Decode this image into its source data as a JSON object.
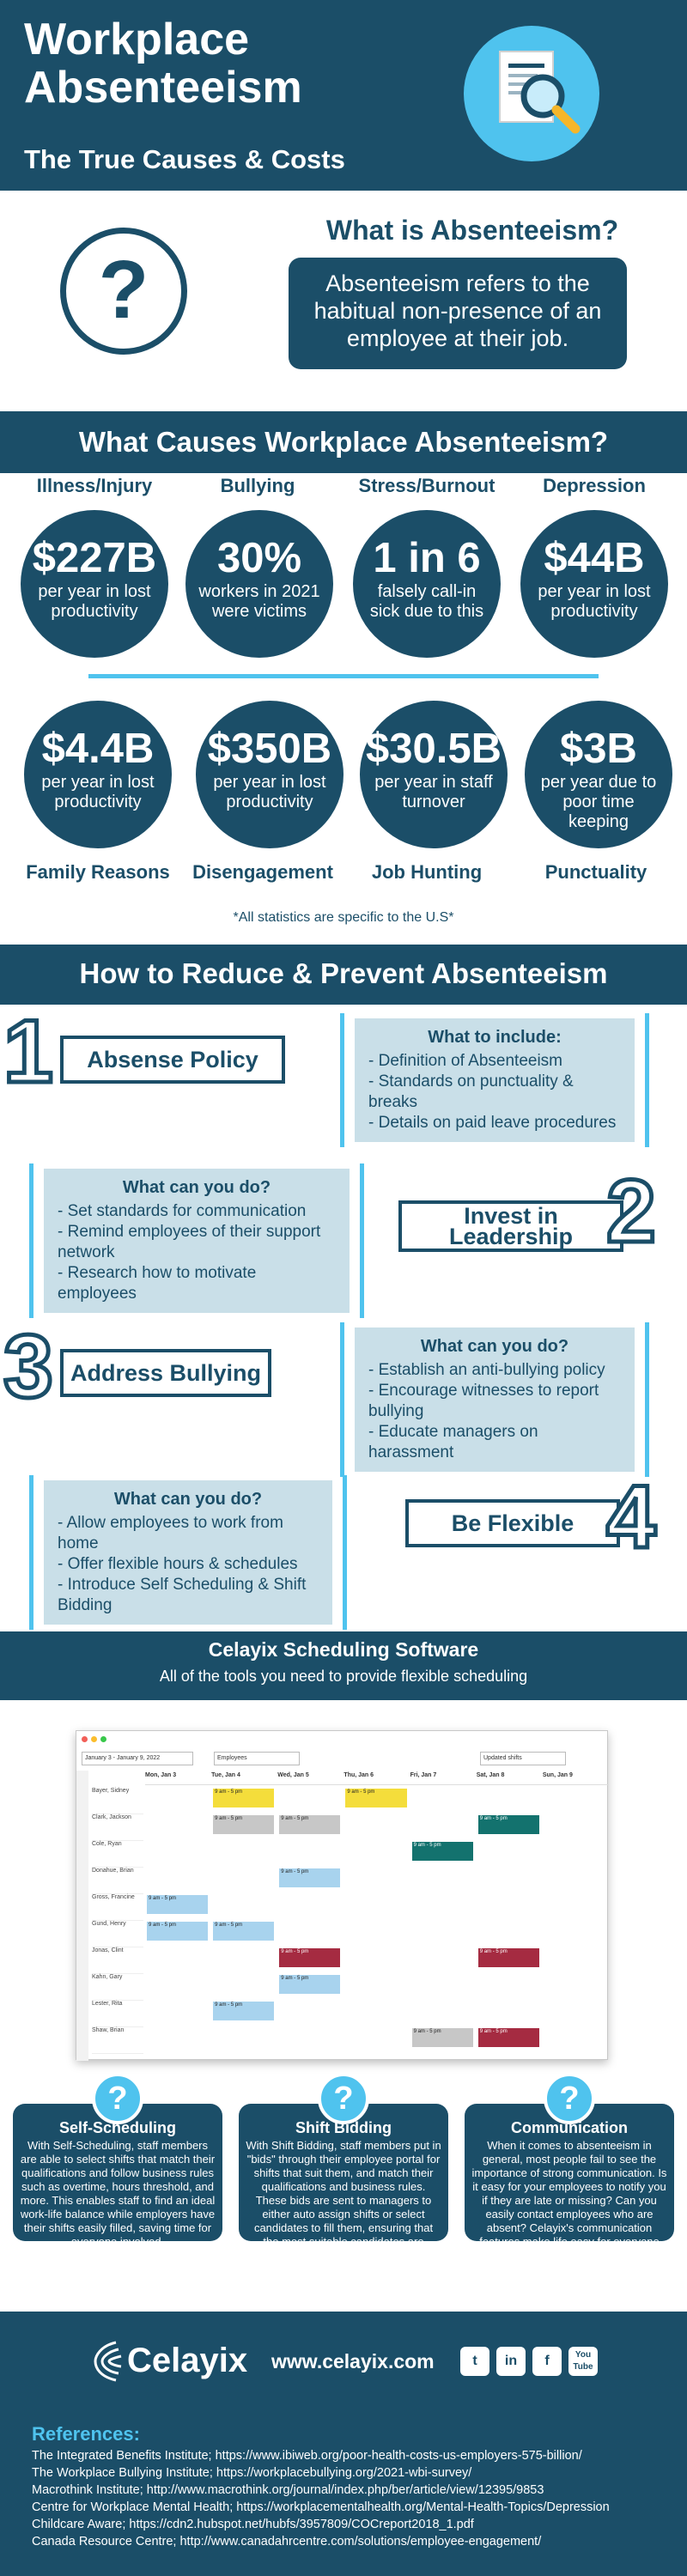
{
  "header": {
    "title": "Workplace Absenteeism",
    "subtitle": "The True Causes & Costs"
  },
  "what_is": {
    "heading": "What is Absenteeism?",
    "definition": "Absenteeism refers to the habitual non-presence of an employee at their job.",
    "question_mark": "?"
  },
  "causes": {
    "heading": "What Causes Workplace Absenteeism?",
    "top": [
      {
        "category": "Illness/Injury",
        "value": "$227B",
        "desc": "per year in lost productivity"
      },
      {
        "category": "Bullying",
        "value": "30%",
        "desc": "workers in 2021 were victims"
      },
      {
        "category": "Stress/Burnout",
        "value": "1 in 6",
        "desc": "falsely call-in sick due to this"
      },
      {
        "category": "Depression",
        "value": "$44B",
        "desc": "per year in lost productivity"
      }
    ],
    "bottom": [
      {
        "category": "Family Reasons",
        "value": "$4.4B",
        "desc": "per year in lost productivity"
      },
      {
        "category": "Disengagement",
        "value": "$350B",
        "desc": "per year in lost productivity"
      },
      {
        "category": "Job Hunting",
        "value": "$30.5B",
        "desc": "per year in staff turnover"
      },
      {
        "category": "Punctuality",
        "value": "$3B",
        "desc": "per year due to poor time keeping"
      }
    ],
    "note": "*All statistics are specific to the U.S*"
  },
  "reduce": {
    "heading": "How to Reduce & Prevent Absenteeism",
    "steps": [
      {
        "number": "1",
        "title": "Absense Policy",
        "box_heading": "What to include:",
        "items": [
          "- Definition of Absenteeism",
          "- Standards on punctuality & breaks",
          "- Details on paid leave procedures"
        ]
      },
      {
        "number": "2",
        "title": "Invest in Leadership",
        "box_heading": "What can you do?",
        "items": [
          "- Set standards for communication",
          "- Remind employees of their support network",
          "- Research how to motivate employees"
        ]
      },
      {
        "number": "3",
        "title": "Address Bullying",
        "box_heading": "What can you do?",
        "items": [
          "- Establish an anti-bullying policy",
          "- Encourage witnesses to report bullying",
          "- Educate managers on harassment"
        ]
      },
      {
        "number": "4",
        "title": "Be Flexible",
        "box_heading": "What can you do?",
        "items": [
          "- Allow employees to work from home",
          "- Offer flexible hours & schedules",
          "- Introduce Self Scheduling & Shift Bidding"
        ]
      }
    ]
  },
  "software": {
    "heading": "Celayix Scheduling Software",
    "subheading": "All of the tools you need to provide flexible scheduling",
    "toolbar_date": "January 3 - January 9, 2022",
    "toolbar_filter": "Employees",
    "toolbar_view": "Updated shifts",
    "days": [
      "Mon, Jan 3",
      "Tue, Jan 4",
      "Wed, Jan 5",
      "Thu, Jan 6",
      "Fri, Jan 7",
      "Sat, Jan 8",
      "Sun, Jan 9"
    ],
    "employees": [
      "Bayer, Sidney",
      "Clark, Jackson",
      "Cole, Ryan",
      "Donahue, Brian",
      "Gross, Francine",
      "Gund, Henry",
      "Jonas, Clint",
      "Kahn, Gary",
      "Lester, Rita",
      "Shaw, Brian"
    ],
    "shift_time": "9 am - 5 pm",
    "colors": {
      "yellow": "#f4dd3b",
      "teal": "#13726e",
      "blue": "#a8d3ee",
      "red": "#a52b41",
      "grey": "#c7c7c7"
    }
  },
  "features": [
    {
      "title": "Self-Scheduling",
      "desc": "With Self-Scheduling, staff members are able to select shifts that match their qualifications and follow business rules such as overtime, hours threshold, and more. This enables staff to find an ideal work-life balance while employers have their shifts easily filled, saving time for everyone involved."
    },
    {
      "title": "Shift Bidding",
      "desc": "With Shift Bidding, staff members put in \"bids\" through their employee portal for shifts that suit them, and match their qualifications and business rules. These bids are sent to managers to either auto assign shifts or select candidates to fill them, ensuring that the most suitable candidates are selected."
    },
    {
      "title": "Communication",
      "desc": "When it comes to absenteeism in general, most people fail to see the importance of strong communication. Is it easy for your employees to notify you if they are late or missing? Can you easily contact employees who are absent? Celayix's communication features make life easy for everyone involved."
    }
  ],
  "footer": {
    "brand": "Celayix",
    "website": "www.celayix.com",
    "social": [
      "t",
      "in",
      "f",
      "You Tube"
    ],
    "references_heading": "References:",
    "references": [
      "The Integrated Benefits Institute; https://www.ibiweb.org/poor-health-costs-us-employers-575-billion/",
      "The Workplace Bullying Institute; https://workplacebullying.org/2021-wbi-survey/",
      "Macrothink Institute; http://www.macrothink.org/journal/index.php/ber/article/view/12395/9853",
      "Centre for Workplace Mental Health; https://workplacementalhealth.org/Mental-Health-Topics/Depression",
      "Childcare Aware; https://cdn2.hubspot.net/hubfs/3957809/COCreport2018_1.pdf",
      "Canada Resource Centre; http://www.canadahrcentre.com/solutions/employee-engagement/"
    ]
  }
}
